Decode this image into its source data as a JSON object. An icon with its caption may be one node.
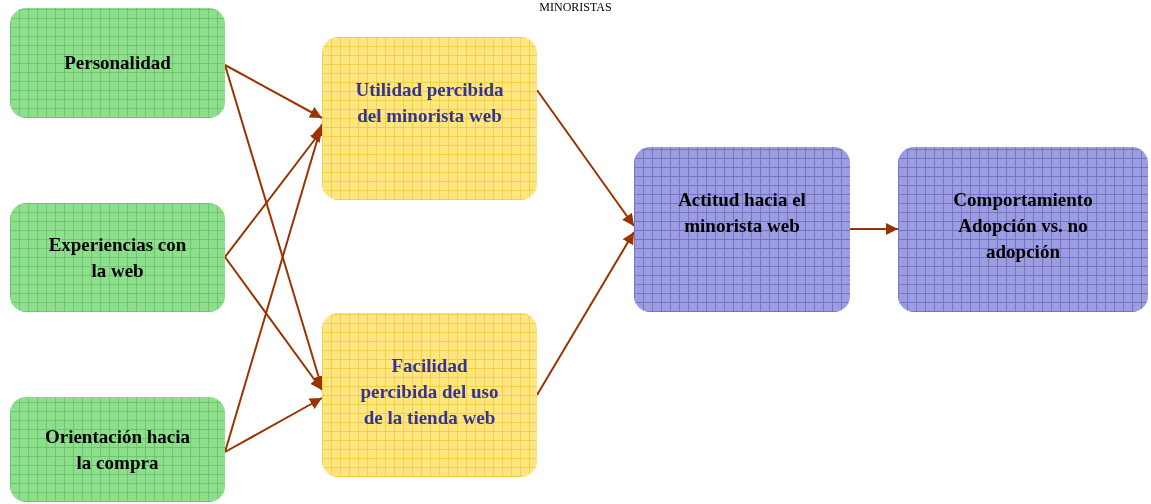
{
  "diagram": {
    "title": "MINORISTAS",
    "nodes": [
      {
        "text": [
          "Personalidad"
        ]
      },
      {
        "text": [
          "Experiencias con la web"
        ]
      },
      {
        "text": [
          "Orientación hacia la compra"
        ]
      },
      {
        "text": [
          "Utilidad percibida del minorista web"
        ]
      },
      {
        "text": [
          "Facilidad percibida del uso de la tienda web"
        ]
      },
      {
        "text": [
          "Actitud hacia el minorista web"
        ]
      },
      {
        "text": [
          "Comportamiento Adopción vs. no adopción"
        ]
      }
    ],
    "edges": [
      {
        "from": 0,
        "to": 3,
        "arrow": "to"
      },
      {
        "from": 0,
        "to": 4,
        "arrow": "to"
      },
      {
        "from": 1,
        "to": 3,
        "arrow": "to"
      },
      {
        "from": 1,
        "to": 4,
        "arrow": "to"
      },
      {
        "from": 2,
        "to": 3,
        "arrow": "to"
      },
      {
        "from": 2,
        "to": 4,
        "arrow": "to"
      },
      {
        "from": 3,
        "to": 5,
        "arrow": "to"
      },
      {
        "from": 4,
        "to": 5,
        "arrow": "to"
      },
      {
        "from": 5,
        "to": 6,
        "arrow": "to"
      }
    ]
  }
}
